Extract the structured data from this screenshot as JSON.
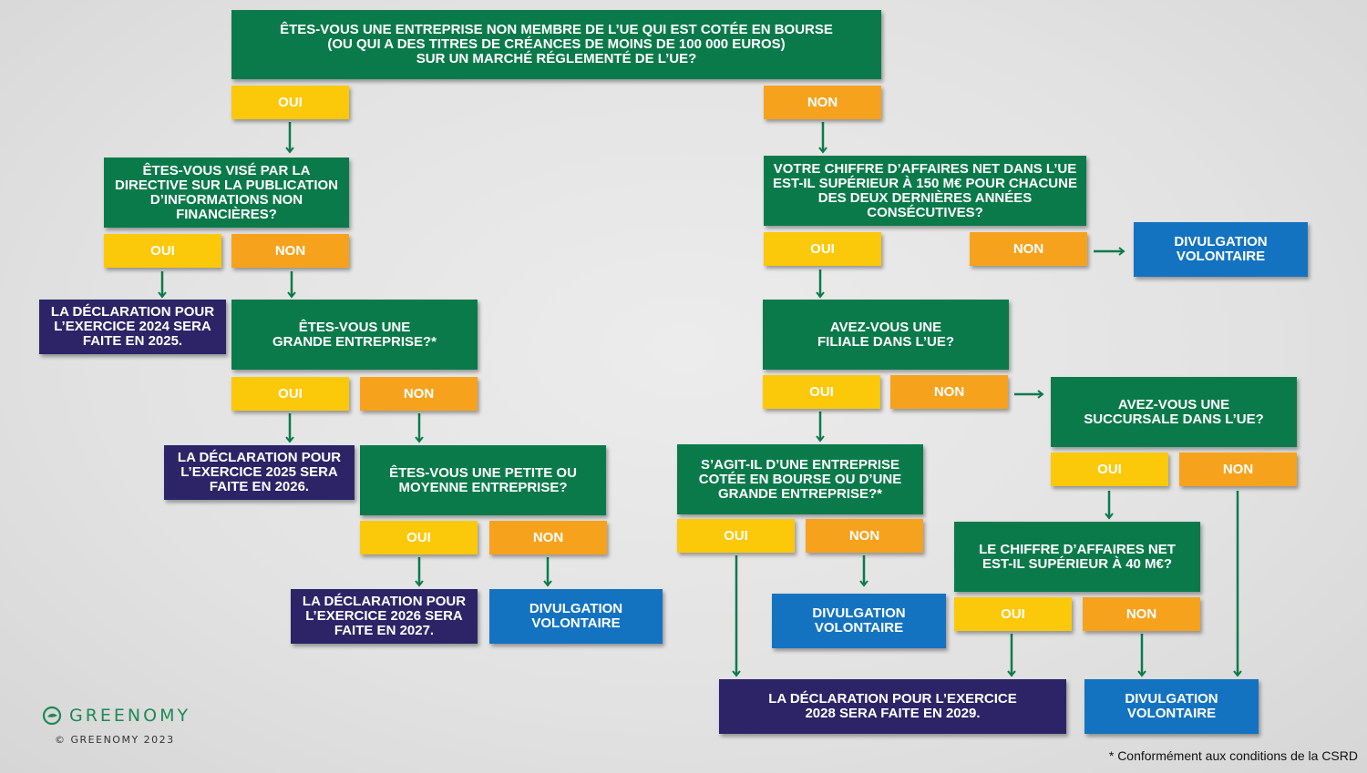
{
  "q1": "Êtes-vous une entreprise non membre de l’UE qui est cotée en bourse\n(ou qui a des titres de créances de moins de 100 000 euros)\nsur un marché réglementé de l’UE?",
  "yes": "OUI",
  "no": "NON",
  "q2": "Êtes-vous visé par la directive sur la publication d’informations non financières?",
  "q3": "Votre chiffre d’affaires net dans l’UE est-il supérieur à 150 M€ pour chacune des deux dernières années consécutives?",
  "q4": "Êtes-vous une\ngrande entreprise?*",
  "q5": "Êtes-vous une petite ou moyenne entreprise?",
  "q6": "Avez-vous une\nfiliale dans l’UE?",
  "q7": "Avez-vous une\nsuccursale dans l’UE?",
  "q8": "S’agit-il d’une entreprise cotée en bourse ou d’une grande entreprise?*",
  "q9": "Le chiffre d’affaires net\nest-il supérieur à 40 M€?",
  "decl_2024": "La déclaration pour l’exercice 2024 sera faite en 2025.",
  "decl_2025": "La déclaration pour l’exercice 2025 sera faite en 2026.",
  "decl_2026": "La déclaration pour l’exercice 2026 sera faite en 2027.",
  "decl_2028": "La déclaration pour l’exercice\n2028 sera faite en 2029.",
  "voluntary": "Divulgation volontaire",
  "brand": "GREENOMY",
  "copyright": "© GREENOMY 2023",
  "footnote": "* Conformément aux conditions de la CSRD",
  "colors": {
    "question": "#0b7a4b",
    "yes": "#fcc80a",
    "no": "#f7a21d",
    "declaration": "#2c2466",
    "voluntary": "#1473c0",
    "arrow": "#0b7a4b"
  }
}
